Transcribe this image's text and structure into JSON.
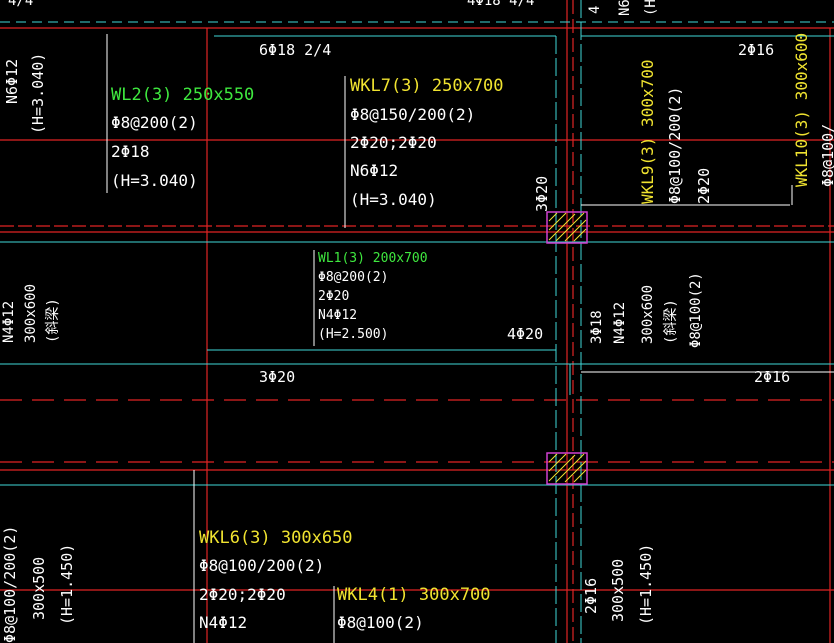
{
  "drawing": {
    "colors": {
      "background": "#000000",
      "grid_red": "#e02424",
      "beam_cyan": "#40d8d8",
      "column_magenta": "#d040d0",
      "leader_white": "#ffffff",
      "label_white": "#ffffff",
      "label_yellow": "#f0e330",
      "label_green": "#3fe83f"
    },
    "labels": {
      "top_partial_left": "4/4",
      "top_partial_mid": "4Φ18 4/4",
      "top_partial_r1": "4",
      "top_partial_r2": "N6",
      "top_partial_r3": "(H=",
      "top_6phi18": "6Φ18 2/4",
      "top_2phi16": "2Φ16",
      "left_n6": "N6Φ12",
      "left_h3040": "(H=3.040)",
      "wl2_title": "WL2(3) 250x550",
      "wl2_stirrup": "Φ8@200(2)",
      "wl2_bars": "2Φ18",
      "wl2_h": "(H=3.040)",
      "wkl7_title": "WKL7(3) 250x700",
      "wkl7_stirrup": "Φ8@150/200(2)",
      "wkl7_bars": "2Φ20;2Φ20",
      "wkl7_n": "N6Φ12",
      "wkl7_h": "(H=3.040)",
      "v_3phi20": "3Φ20",
      "wkl9_title": "WKL9(3) 300x700",
      "wkl9_stirrup": "Φ8@100/200(2)",
      "wkl9_bars": "2Φ20",
      "wkl10_title": "WKL10(3) 300x600",
      "wkl10_stirrup": "Φ8@100/",
      "wl1_title": "WL1(3) 200x700",
      "wl1_stirrup": "Φ8@200(2)",
      "wl1_bars": "2Φ20",
      "wl1_n": "N4Φ12",
      "wl1_h": "(H=2.500)",
      "mid_4phi20": "4Φ20",
      "left_n4": "N4Φ12",
      "left_300x600": "300x600",
      "left_slope": "(斜梁)",
      "r_3phi18": "3Φ18",
      "r_n4": "N4Φ12",
      "r_300x600": "300x600",
      "r_slope": "(斜梁)",
      "r_stirrup": "Φ8@100(2)",
      "mid_3phi20": "3Φ20",
      "mid_2phi16": "2Φ16",
      "bl_stirrup": "Φ8@100/200(2)",
      "bl_size": "300x500",
      "bl_h": "(H=1.450)",
      "wkl6_title": "WKL6(3) 300x650",
      "wkl6_stirrup": "Φ8@100/200(2)",
      "wkl6_bars": "2Φ20;2Φ20",
      "wkl6_n": "N4Φ12",
      "wkl4_title": "WKL4(1) 300x700",
      "wkl4_stirrup": "Φ8@100(2)",
      "br_2phi16": "2Φ16",
      "br_size": "300x500",
      "br_h": "(H=1.450)"
    }
  }
}
